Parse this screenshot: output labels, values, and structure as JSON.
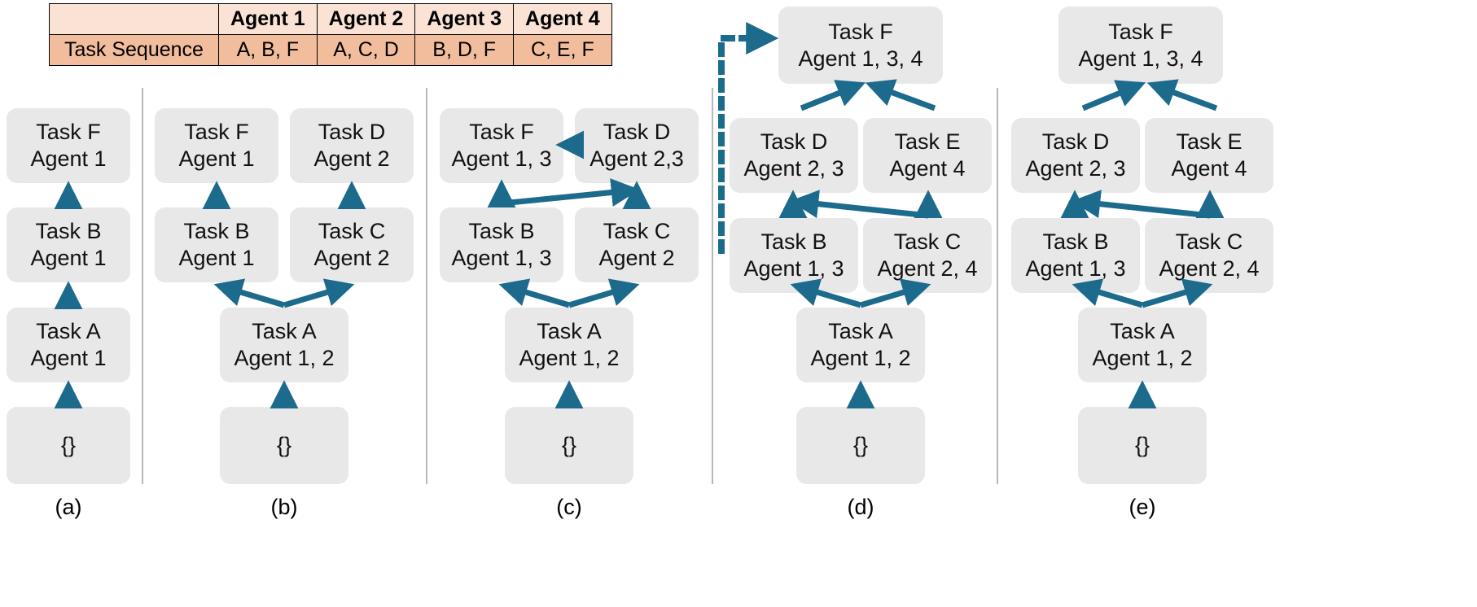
{
  "figure": {
    "caption_a": "(a)",
    "caption_b": "(b)",
    "caption_c": "(c)",
    "caption_d": "(d)",
    "caption_e": "(e)",
    "colors": {
      "node_fill": "#e8e8e8",
      "arrow": "#1c6b8c",
      "table_header_fill": "#fae3d4",
      "table_row_fill": "#f2bd9d",
      "separator": "#b7b7b7"
    }
  },
  "table": {
    "corner_label": "",
    "headers": [
      "Agent 1",
      "Agent 2",
      "Agent 3",
      "Agent 4"
    ],
    "row_label": "Task Sequence",
    "sequences": [
      "A, B, F",
      "A, C, D",
      "B, D, F",
      "C, E, F"
    ]
  },
  "panels": {
    "a": {
      "label": "(a)",
      "nodes": [
        {
          "id": "root",
          "l1": "{}",
          "l2": ""
        },
        {
          "id": "A",
          "l1": "Task A",
          "l2": "Agent 1"
        },
        {
          "id": "B",
          "l1": "Task B",
          "l2": "Agent 1"
        },
        {
          "id": "F",
          "l1": "Task F",
          "l2": "Agent 1"
        }
      ]
    },
    "b": {
      "label": "(b)",
      "nodes": [
        {
          "id": "root",
          "l1": "{}",
          "l2": ""
        },
        {
          "id": "A",
          "l1": "Task A",
          "l2": "Agent 1, 2"
        },
        {
          "id": "B",
          "l1": "Task B",
          "l2": "Agent 1"
        },
        {
          "id": "C",
          "l1": "Task C",
          "l2": "Agent 2"
        },
        {
          "id": "F",
          "l1": "Task F",
          "l2": "Agent 1"
        },
        {
          "id": "D",
          "l1": "Task D",
          "l2": "Agent 2"
        }
      ]
    },
    "c": {
      "label": "(c)",
      "nodes": [
        {
          "id": "root",
          "l1": "{}",
          "l2": ""
        },
        {
          "id": "A",
          "l1": "Task A",
          "l2": "Agent 1, 2"
        },
        {
          "id": "B",
          "l1": "Task B",
          "l2": "Agent 1, 3"
        },
        {
          "id": "C",
          "l1": "Task C",
          "l2": "Agent 2"
        },
        {
          "id": "F",
          "l1": "Task F",
          "l2": "Agent 1, 3"
        },
        {
          "id": "D",
          "l1": "Task D",
          "l2": "Agent 2,3"
        }
      ]
    },
    "d": {
      "label": "(d)",
      "nodes": [
        {
          "id": "root",
          "l1": "{}",
          "l2": ""
        },
        {
          "id": "A",
          "l1": "Task A",
          "l2": "Agent 1, 2"
        },
        {
          "id": "B",
          "l1": "Task B",
          "l2": "Agent 1, 3"
        },
        {
          "id": "C",
          "l1": "Task C",
          "l2": "Agent 2, 4"
        },
        {
          "id": "D",
          "l1": "Task D",
          "l2": "Agent 2, 3"
        },
        {
          "id": "E",
          "l1": "Task E",
          "l2": "Agent 4"
        },
        {
          "id": "F",
          "l1": "Task F",
          "l2": "Agent 1, 3, 4"
        }
      ]
    },
    "e": {
      "label": "(e)",
      "nodes": [
        {
          "id": "root",
          "l1": "{}",
          "l2": ""
        },
        {
          "id": "A",
          "l1": "Task A",
          "l2": "Agent 1, 2"
        },
        {
          "id": "B",
          "l1": "Task B",
          "l2": "Agent 1, 3"
        },
        {
          "id": "C",
          "l1": "Task C",
          "l2": "Agent 2, 4"
        },
        {
          "id": "D",
          "l1": "Task D",
          "l2": "Agent 2, 3"
        },
        {
          "id": "E",
          "l1": "Task E",
          "l2": "Agent 4"
        },
        {
          "id": "F",
          "l1": "Task F",
          "l2": "Agent 1, 3, 4"
        }
      ]
    }
  }
}
